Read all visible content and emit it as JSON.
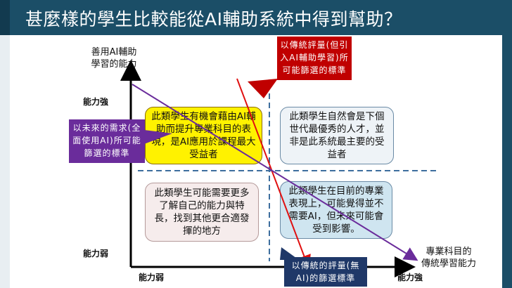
{
  "title": "甚麼樣的學生比較能從AI輔助系統中得到幫助？",
  "axes": {
    "y_title_line1": "善用AI輔助",
    "y_title_line2": "學習的能力",
    "y_high": "能力強",
    "y_low": "能力弱",
    "x_low": "能力弱",
    "x_high": "能力強",
    "x_title_line1": "專業科目的",
    "x_title_line2": "傳統學習能力"
  },
  "quadrants": {
    "top_left": "此類學生有機會藉由AI輔助而提升專業科目的表現，是AI應用於課程最大受益者",
    "top_right": "此類學生自然會是下個世代最優秀的人才，並非是此系統最主要的受益者",
    "bottom_left": "此類學生可能需要更多了解自己的能力與特長，找到其他更合適發揮的地方",
    "bottom_right": "此類學生在目前的專業表現上，可能覺得並不需要AI，但未來可能會受到影響。"
  },
  "callouts": {
    "red": "以傳統評量(但引入AI輔助學習)所可能篩選的標準",
    "purple": "以未來的需求(全面使用AI)所可能篩選的標準",
    "navy": "以傳統的評量(無AI)的篩選標準"
  },
  "colors": {
    "title_bar": "#1b4e67",
    "top_left_fill": "#fff200",
    "top_right_fill": "#eef3f7",
    "bottom_left_fill": "#f6ecec",
    "bottom_right_fill": "#cfe5f0",
    "red_callout": "#c00000",
    "purple_callout": "#6a2c9b",
    "navy_callout": "#1f3868",
    "dashed_divider": "#3d6e9e"
  }
}
